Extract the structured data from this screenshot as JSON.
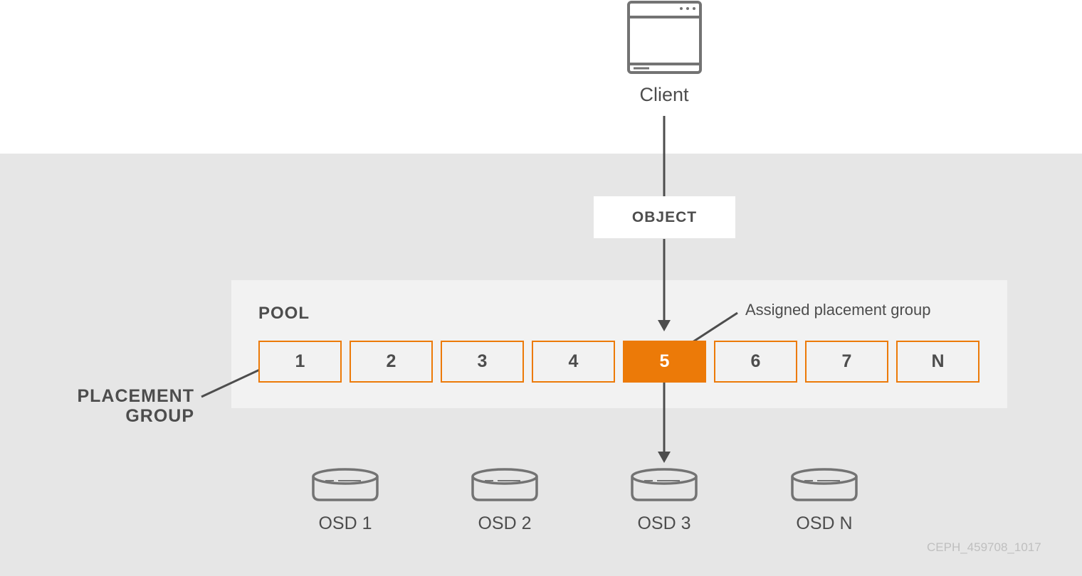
{
  "client": {
    "label": "Client",
    "icon": "app-window-icon"
  },
  "object": {
    "label": "OBJECT"
  },
  "pool": {
    "label": "POOL",
    "placement_groups": [
      "1",
      "2",
      "3",
      "4",
      "5",
      "6",
      "7",
      "N"
    ],
    "assigned_index": 4
  },
  "annotations": {
    "assigned_placement_group": "Assigned placement group",
    "placement_group": "PLACEMENT GROUP"
  },
  "osds": [
    "OSD 1",
    "OSD 2",
    "OSD 3",
    "OSD N"
  ],
  "watermark": "CEPH_459708_1017",
  "colors": {
    "accent": "#ec7a08",
    "text": "#4d4d4d",
    "band": "#e6e6e6",
    "panel": "#f2f2f2",
    "icon_stroke": "#737373"
  }
}
